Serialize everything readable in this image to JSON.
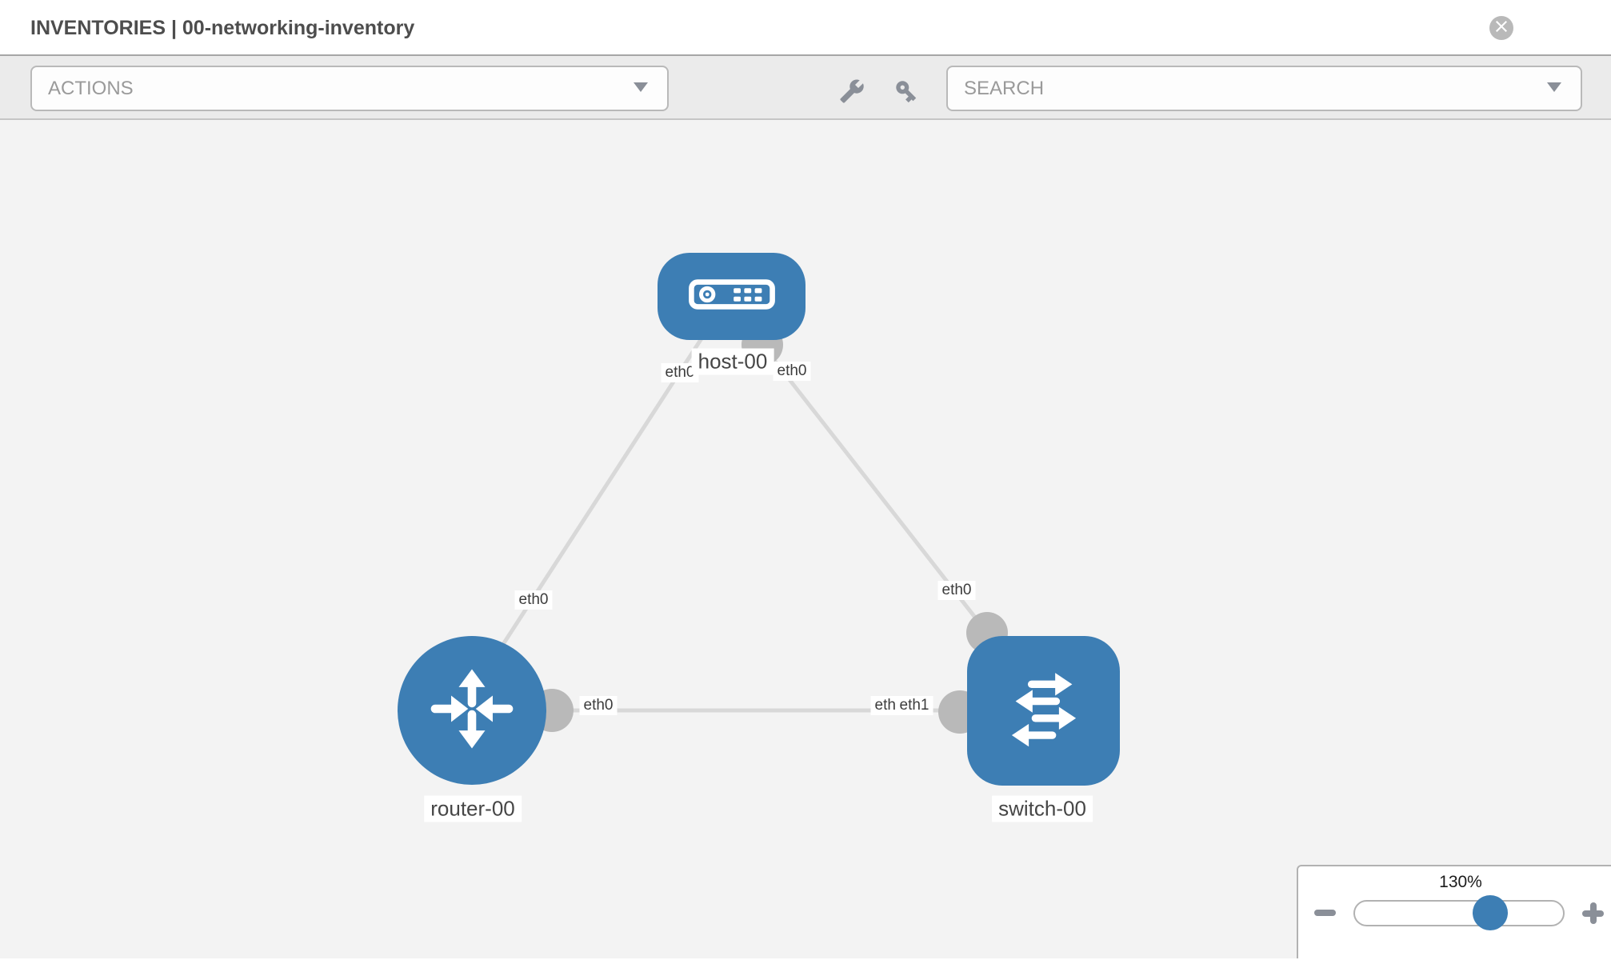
{
  "header": {
    "title": "INVENTORIES | 00-networking-inventory"
  },
  "toolbar": {
    "actions_label": "ACTIONS",
    "search_placeholder": "SEARCH"
  },
  "icons": {
    "header_close": "x-circle",
    "toolbar_tools": [
      "wrench",
      "key"
    ],
    "zoom_buttons": [
      "minus",
      "plus"
    ],
    "node_glyphs": [
      "host-server",
      "router-arrows",
      "switch-arrows"
    ]
  },
  "topology": {
    "nodes": [
      {
        "id": "host-00",
        "type": "host",
        "label": "host-00"
      },
      {
        "id": "router-00",
        "type": "router",
        "label": "router-00"
      },
      {
        "id": "switch-00",
        "type": "switch",
        "label": "switch-00"
      }
    ],
    "links": [
      {
        "source": "host-00",
        "target": "router-00",
        "source_iface": "eth0",
        "target_iface": "eth0"
      },
      {
        "source": "host-00",
        "target": "switch-00",
        "source_iface": "eth0",
        "target_iface": "eth0"
      },
      {
        "source": "router-00",
        "target": "switch-00",
        "source_iface": "eth0",
        "target_iface": "eth1",
        "target_iface_overlapped": "eth0"
      }
    ]
  },
  "zoom_control": {
    "value": "130%"
  },
  "colors": {
    "node_blue": "#3d7eb4",
    "link_gray": "#d8d8d8",
    "port_gray": "#b9b9b9",
    "toolbar_gray": "#ebebeb",
    "canvas_gray": "#f3f3f3",
    "title_text": "#4d4d4d"
  }
}
